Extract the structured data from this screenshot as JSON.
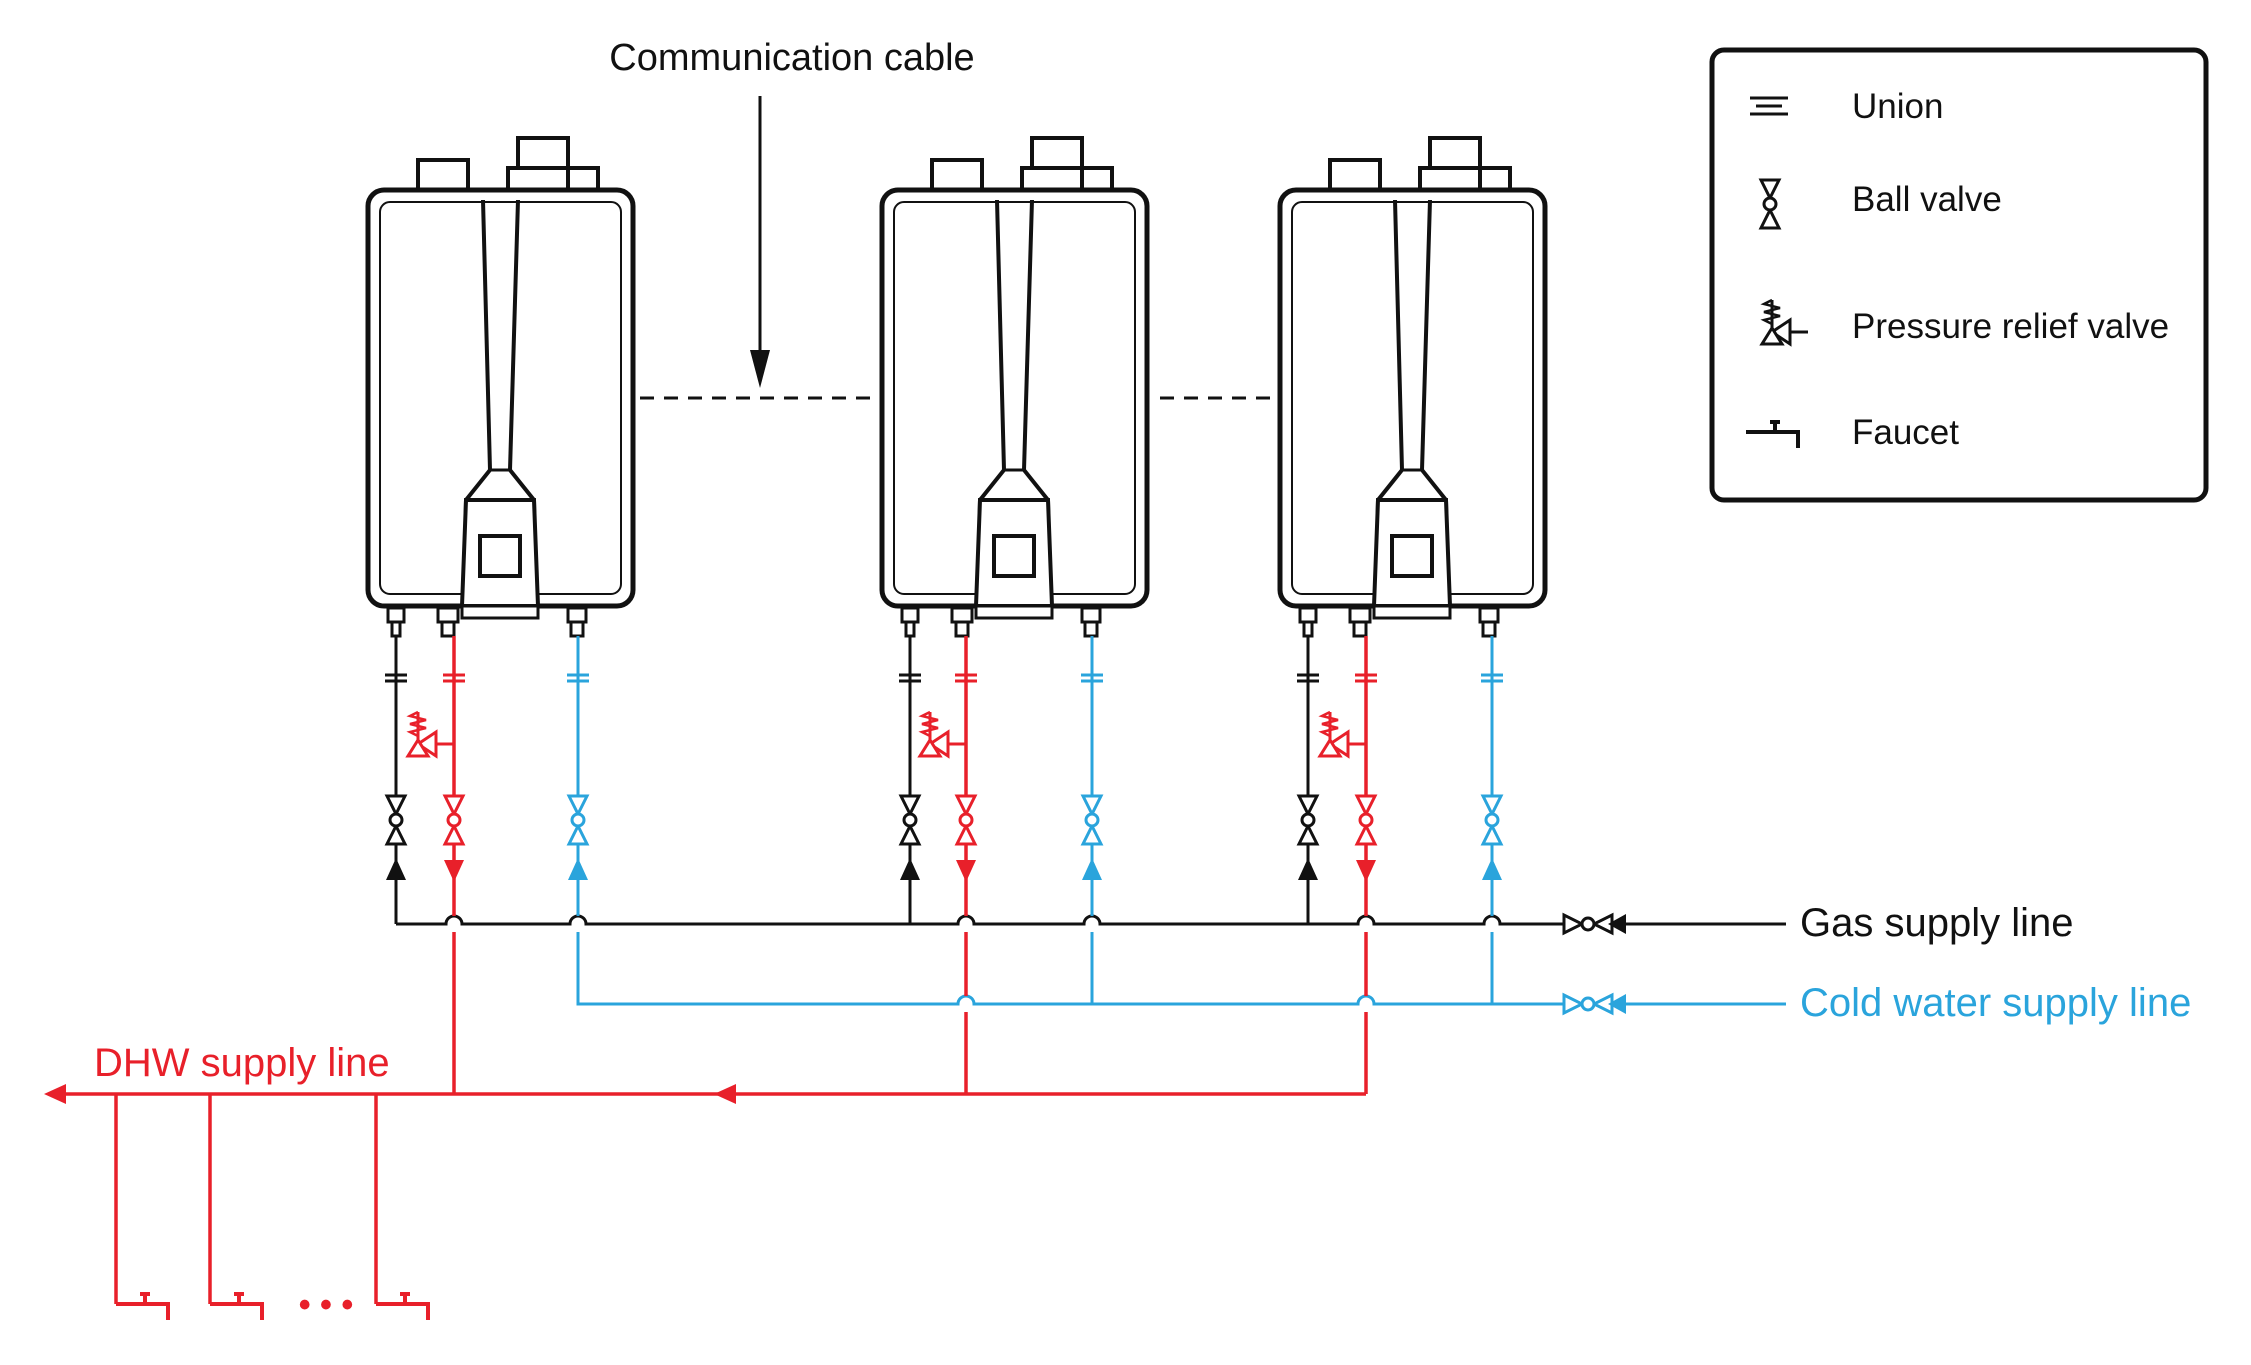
{
  "labels": {
    "communication_cable": "Communication cable",
    "gas_supply": "Gas supply line",
    "cold_water_supply": "Cold water supply line",
    "dhw_supply": "DHW supply line",
    "ellipsis": "• • •"
  },
  "legend": {
    "items": [
      {
        "icon": "union-icon",
        "label": "Union"
      },
      {
        "icon": "ball-valve-icon",
        "label": "Ball valve"
      },
      {
        "icon": "pressure-relief-valve-icon",
        "label": "Pressure relief valve"
      },
      {
        "icon": "faucet-icon",
        "label": "Faucet"
      }
    ]
  },
  "colors": {
    "gas": "#111111",
    "hot_water": "#e8202a",
    "cold_water": "#2aa4dc",
    "outline": "#111111"
  },
  "heaters": [
    {
      "name": "water-heater-1"
    },
    {
      "name": "water-heater-2"
    },
    {
      "name": "water-heater-3"
    }
  ],
  "faucet_count_shown": 3
}
